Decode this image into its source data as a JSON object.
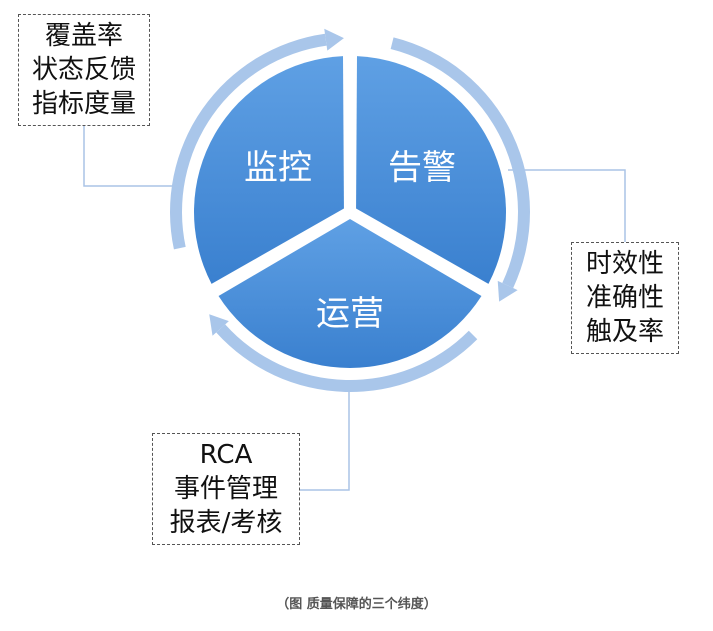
{
  "colors": {
    "segment_fill": "#3f87d6",
    "segment_fill_light": "#5fa0e4",
    "arc": "#a9c6ea",
    "connector": "#aac4e6",
    "text_on_segment": "#ffffff",
    "box_border": "#555555"
  },
  "segments": {
    "monitor": "监控",
    "alert": "告警",
    "operations": "运营"
  },
  "boxes": {
    "monitor_metrics": [
      "覆盖率",
      "状态反馈",
      "指标度量"
    ],
    "alert_metrics": [
      "时效性",
      "准确性",
      "触及率"
    ],
    "operations_metrics": [
      "RCA",
      "事件管理",
      "报表/考核"
    ]
  },
  "caption": "（图 质量保障的三个纬度）"
}
